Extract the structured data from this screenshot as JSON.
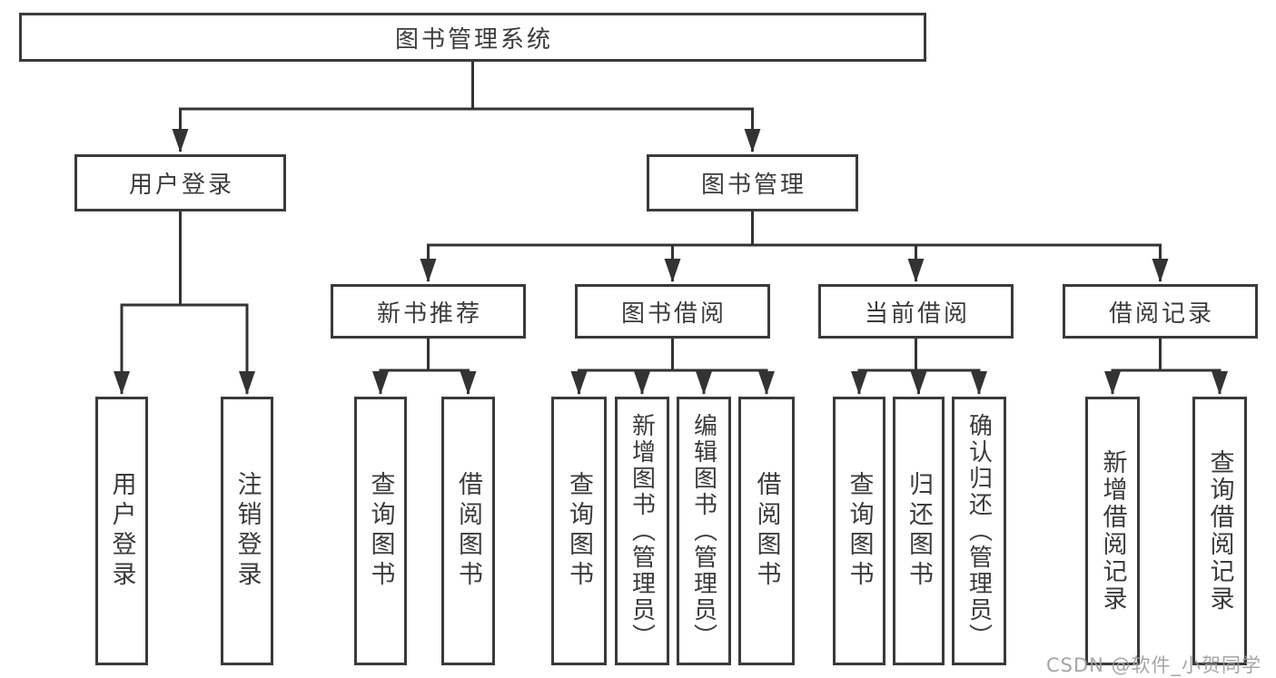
{
  "diagram": {
    "type": "hierarchy-tree",
    "colors": {
      "line": "#333333",
      "border": "#3a3a3a",
      "text": "#3b3b3b",
      "background": "#ffffff",
      "watermark": "#9b9b9b"
    },
    "tree": {
      "label": "图书管理系统",
      "children": [
        {
          "label": "用户登录",
          "children": [
            {
              "label": "用户登录"
            },
            {
              "label": "注销登录"
            }
          ]
        },
        {
          "label": "图书管理",
          "children": [
            {
              "label": "新书推荐",
              "children": [
                {
                  "label": "查询图书"
                },
                {
                  "label": "借阅图书"
                }
              ]
            },
            {
              "label": "图书借阅",
              "children": [
                {
                  "label": "查询图书"
                },
                {
                  "label": "新增图书（管理员）"
                },
                {
                  "label": "编辑图书（管理员）"
                },
                {
                  "label": "借阅图书"
                }
              ]
            },
            {
              "label": "当前借阅",
              "children": [
                {
                  "label": "查询图书"
                },
                {
                  "label": "归还图书"
                },
                {
                  "label": "确认归还（管理员）"
                }
              ]
            },
            {
              "label": "借阅记录",
              "children": [
                {
                  "label": "新增借阅记录"
                },
                {
                  "label": "查询借阅记录"
                }
              ]
            }
          ]
        }
      ]
    }
  },
  "watermark": {
    "text": "CSDN @软件_小贺同学"
  }
}
